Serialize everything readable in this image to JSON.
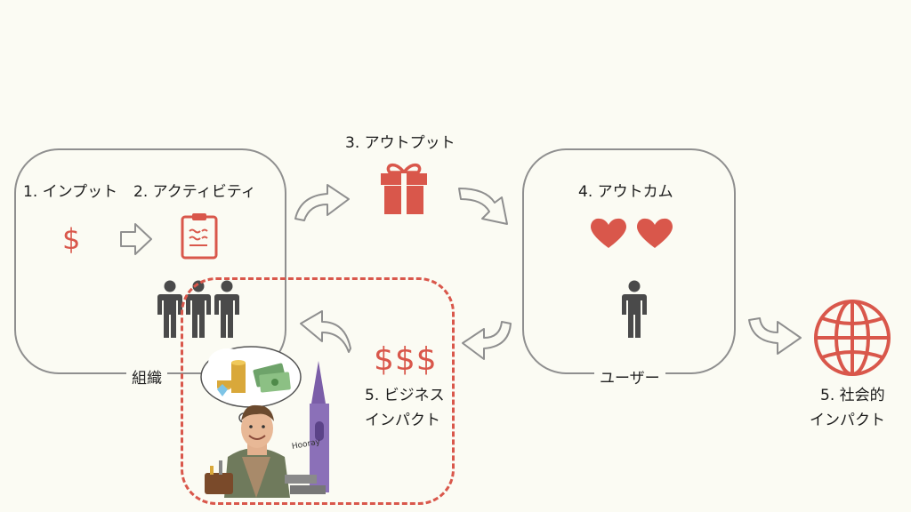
{
  "organization": {
    "caption": "組織",
    "input_label": "1. インプット",
    "activity_label": "2. アクティビティ",
    "input_symbol": "$"
  },
  "output": {
    "label": "3. アウトプット"
  },
  "user": {
    "caption": "ユーザー",
    "outcome_label": "4. アウトカム"
  },
  "business_impact": {
    "symbol": "$$$",
    "label_line1": "5. ビジネス",
    "label_line2": "インパクト"
  },
  "social_impact": {
    "label_line1": "5. 社会的",
    "label_line2": "インパクト"
  },
  "illustration": {
    "sign_text": "Hooray"
  },
  "colors": {
    "accent": "#d9574b",
    "figure": "#4a4a4a",
    "arrow_stroke": "#8f8f8f"
  }
}
